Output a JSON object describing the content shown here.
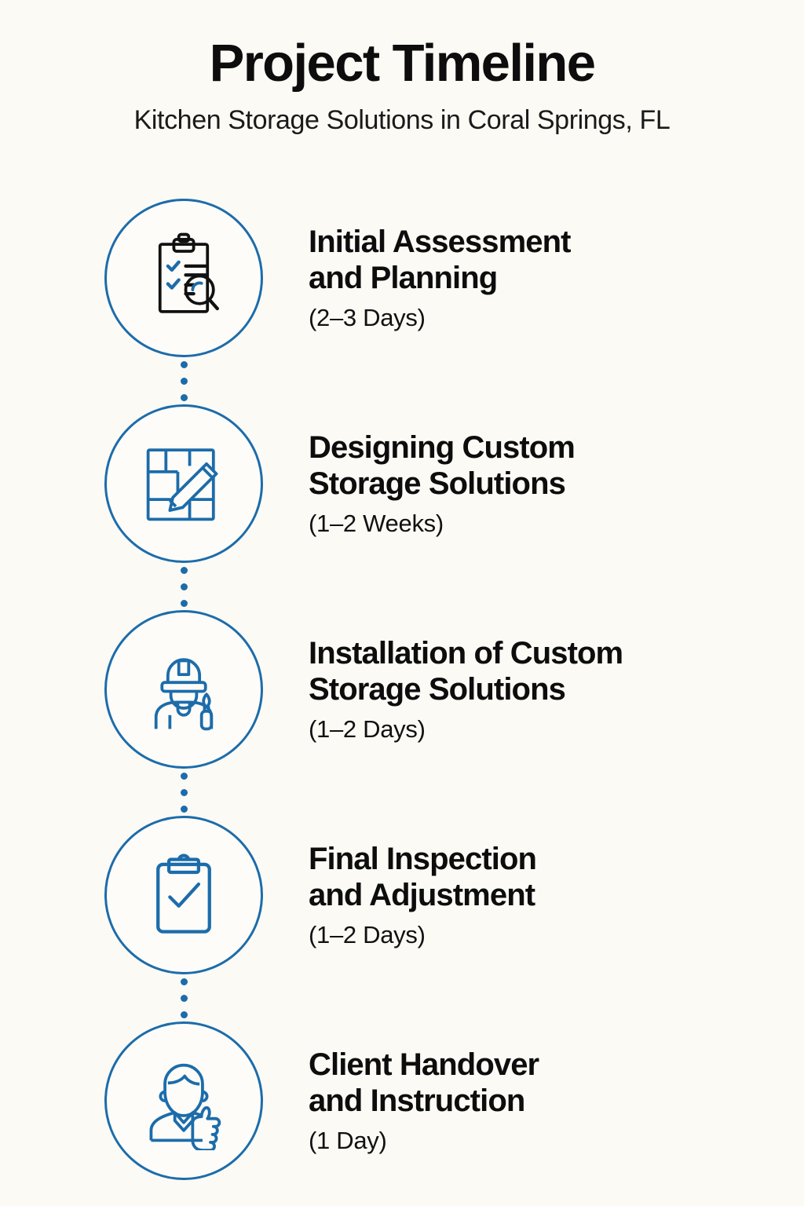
{
  "header": {
    "title": "Project Timeline",
    "subtitle": "Kitchen Storage Solutions in Coral Springs, FL"
  },
  "theme": {
    "background": "#fbfaf5",
    "accent_blue": "#1c6cab",
    "ink": "#0d0d0d"
  },
  "timeline": {
    "steps": [
      {
        "icon": "clipboard-checklist-magnifier-icon",
        "title": "Initial Assessment\nand Planning",
        "duration": "(2–3 Days)"
      },
      {
        "icon": "blueprint-pencil-icon",
        "title": "Designing Custom\nStorage Solutions",
        "duration": "(1–2 Weeks)"
      },
      {
        "icon": "construction-worker-icon",
        "title": "Installation of Custom\nStorage Solutions",
        "duration": "(1–2 Days)"
      },
      {
        "icon": "clipboard-check-icon",
        "title": "Final Inspection\nand Adjustment",
        "duration": "(1–2 Days)"
      },
      {
        "icon": "person-thumbs-up-icon",
        "title": "Client Handover\nand Instruction",
        "duration": "(1 Day)"
      }
    ]
  }
}
